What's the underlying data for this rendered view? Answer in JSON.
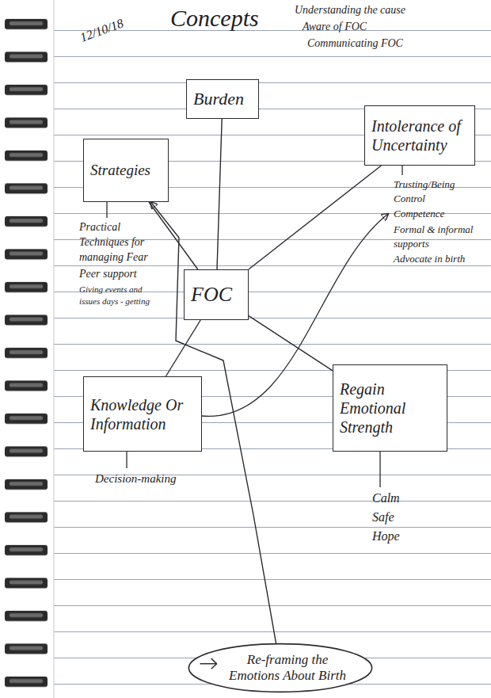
{
  "diagram": {
    "title": "Concepts",
    "nodes": [
      {
        "text": [
          "Burden"
        ]
      },
      {
        "text": [
          "Strategies"
        ]
      },
      {
        "text": [
          "Intolerance of Uncertainty"
        ]
      },
      {
        "text": [
          "FOC"
        ]
      },
      {
        "text": [
          "Knowledge Or Information"
        ]
      },
      {
        "text": [
          "Regain Emotional Strength"
        ]
      },
      {
        "text": [
          "Re-framing the Emotions About Birth"
        ]
      }
    ],
    "edges": [
      {
        "from": 3,
        "to": 0,
        "arrow": "none"
      },
      {
        "from": 3,
        "to": 1,
        "arrow": "none"
      },
      {
        "from": 3,
        "to": 2,
        "arrow": "none"
      },
      {
        "from": 3,
        "to": 4,
        "arrow": "none"
      },
      {
        "from": 3,
        "to": 5,
        "arrow": "none"
      },
      {
        "from": 6,
        "to": 1,
        "arrow": "to"
      }
    ],
    "labels": [
      "12/10/18",
      "Understanding the cause",
      "Aware of FOC",
      "Communicating FOC",
      "Practical Techniques for managing Fear",
      "Peer support",
      "Giving events and issues days - getting",
      "Trusting/Being Control",
      "Competence",
      "Formal & informal supports",
      "Advocate in birth",
      "Decision-making",
      "Calm",
      "Safe",
      "Hope"
    ]
  }
}
